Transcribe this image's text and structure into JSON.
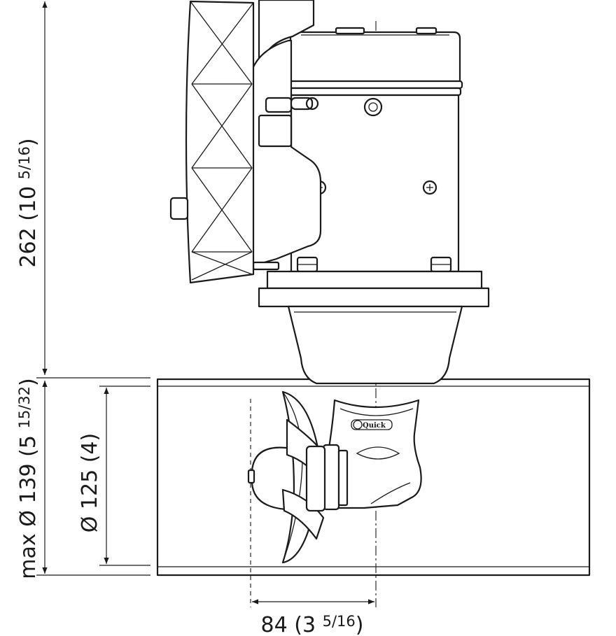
{
  "dimensions": {
    "height": {
      "main": "262 (10 ",
      "fraction": "5/16",
      "close": ")"
    },
    "max_diameter": {
      "main": "max Ø 139 (5 ",
      "fraction": "15/32",
      "close": ")"
    },
    "inner_diameter": {
      "text": "Ø 125 (4)"
    },
    "offset": {
      "main": "84 (3 ",
      "fraction": "5/16",
      "close": ")"
    }
  },
  "brand_mark": "Quick"
}
